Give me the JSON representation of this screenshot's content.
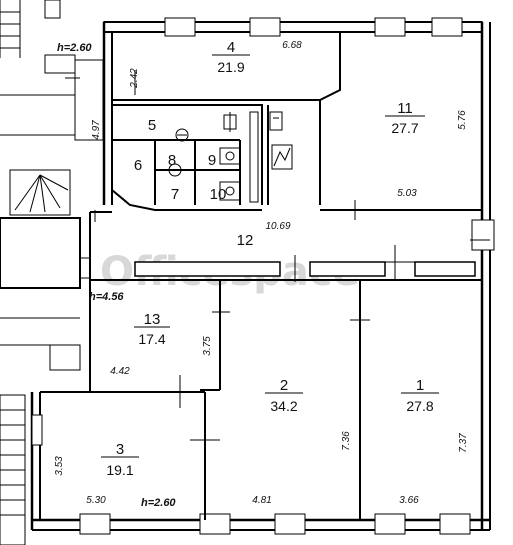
{
  "watermark": "Officespace",
  "rooms": [
    {
      "id": "r4",
      "number": "4",
      "area": "21.9"
    },
    {
      "id": "r11",
      "number": "11",
      "area": "27.7"
    },
    {
      "id": "r5",
      "number": "5"
    },
    {
      "id": "r6",
      "number": "6"
    },
    {
      "id": "r8",
      "number": "8"
    },
    {
      "id": "r9",
      "number": "9"
    },
    {
      "id": "r7",
      "number": "7"
    },
    {
      "id": "r10",
      "number": "10"
    },
    {
      "id": "r12",
      "number": "12"
    },
    {
      "id": "r13",
      "number": "13",
      "area": "17.4"
    },
    {
      "id": "r2",
      "number": "2",
      "area": "34.2"
    },
    {
      "id": "r1",
      "number": "1",
      "area": "27.8"
    },
    {
      "id": "r3",
      "number": "3",
      "area": "19.1"
    }
  ],
  "dimensions": {
    "d668": "6.68",
    "d242": "2.42",
    "d497": "4.97",
    "d576": "5.76",
    "d503": "5.03",
    "d1069": "10.69",
    "d375": "3.75",
    "d442": "4.42",
    "d736": "7.36",
    "d737": "7.37",
    "d353": "3.53",
    "d530": "5.30",
    "d481": "4.81",
    "d366": "3.66"
  },
  "heights": {
    "h_top": "h=2.60",
    "h_mid": "h=4.56",
    "h_bottom": "h=2.60"
  }
}
